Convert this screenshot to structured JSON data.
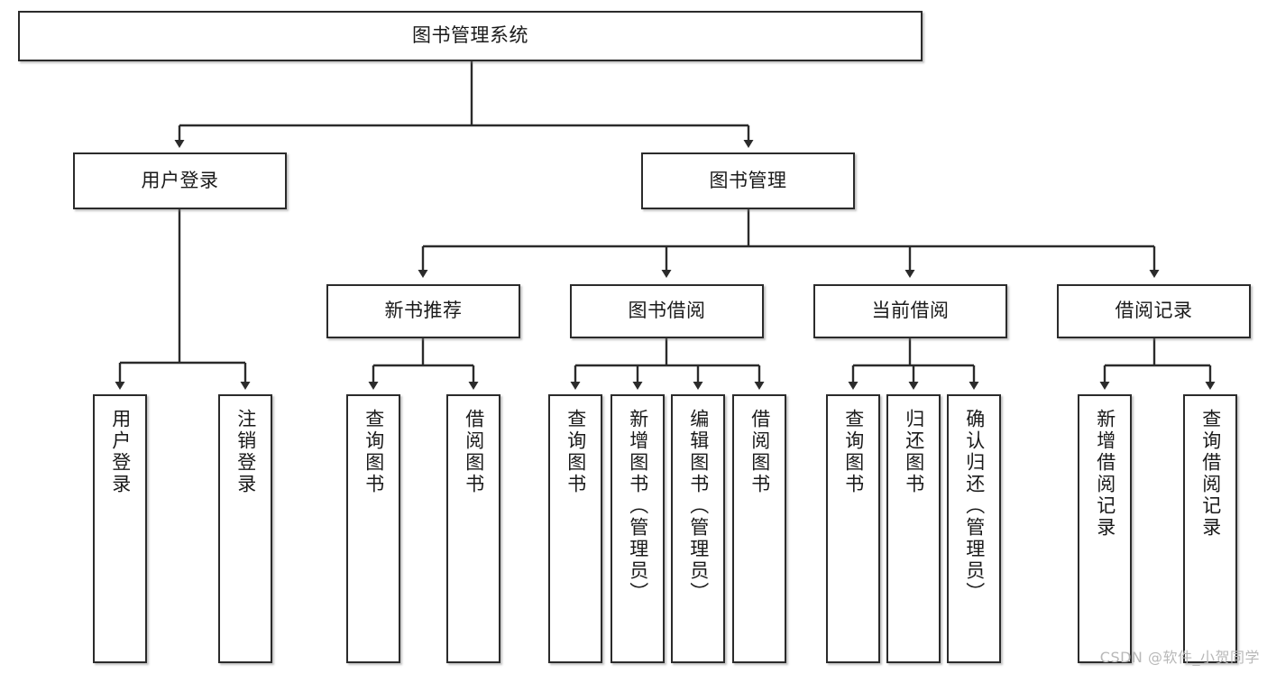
{
  "diagram": {
    "type": "tree-hierarchy-diagram",
    "title": "图书管理系统",
    "theme": {
      "background": "#ffffff",
      "box_border": "#2b2b2b",
      "box_fill": "#ffffff",
      "line": "#2b2b2b",
      "text": "#1a1a1a",
      "watermark": "#b8b8b8"
    },
    "root": {
      "label": "图书管理系统"
    },
    "level2": [
      {
        "label": "用户登录"
      },
      {
        "label": "图书管理"
      }
    ],
    "level3": [
      {
        "label": "新书推荐"
      },
      {
        "label": "图书借阅"
      },
      {
        "label": "当前借阅"
      },
      {
        "label": "借阅记录"
      }
    ],
    "leaves": {
      "user_login": [
        {
          "label": "用户登录"
        },
        {
          "label": "注销登录"
        }
      ],
      "new_book_recommend": [
        {
          "label": "查询图书"
        },
        {
          "label": "借阅图书"
        }
      ],
      "book_borrow": [
        {
          "label": "查询图书"
        },
        {
          "label": "新增图书（管理员）"
        },
        {
          "label": "编辑图书（管理员）"
        },
        {
          "label": "借阅图书"
        }
      ],
      "current_borrow": [
        {
          "label": "查询图书"
        },
        {
          "label": "归还图书"
        },
        {
          "label": "确认归还（管理员）"
        }
      ],
      "borrow_record": [
        {
          "label": "新增借阅记录"
        },
        {
          "label": "查询借阅记录"
        }
      ]
    }
  },
  "watermark": {
    "text": "CSDN @软件_小贺同学"
  }
}
